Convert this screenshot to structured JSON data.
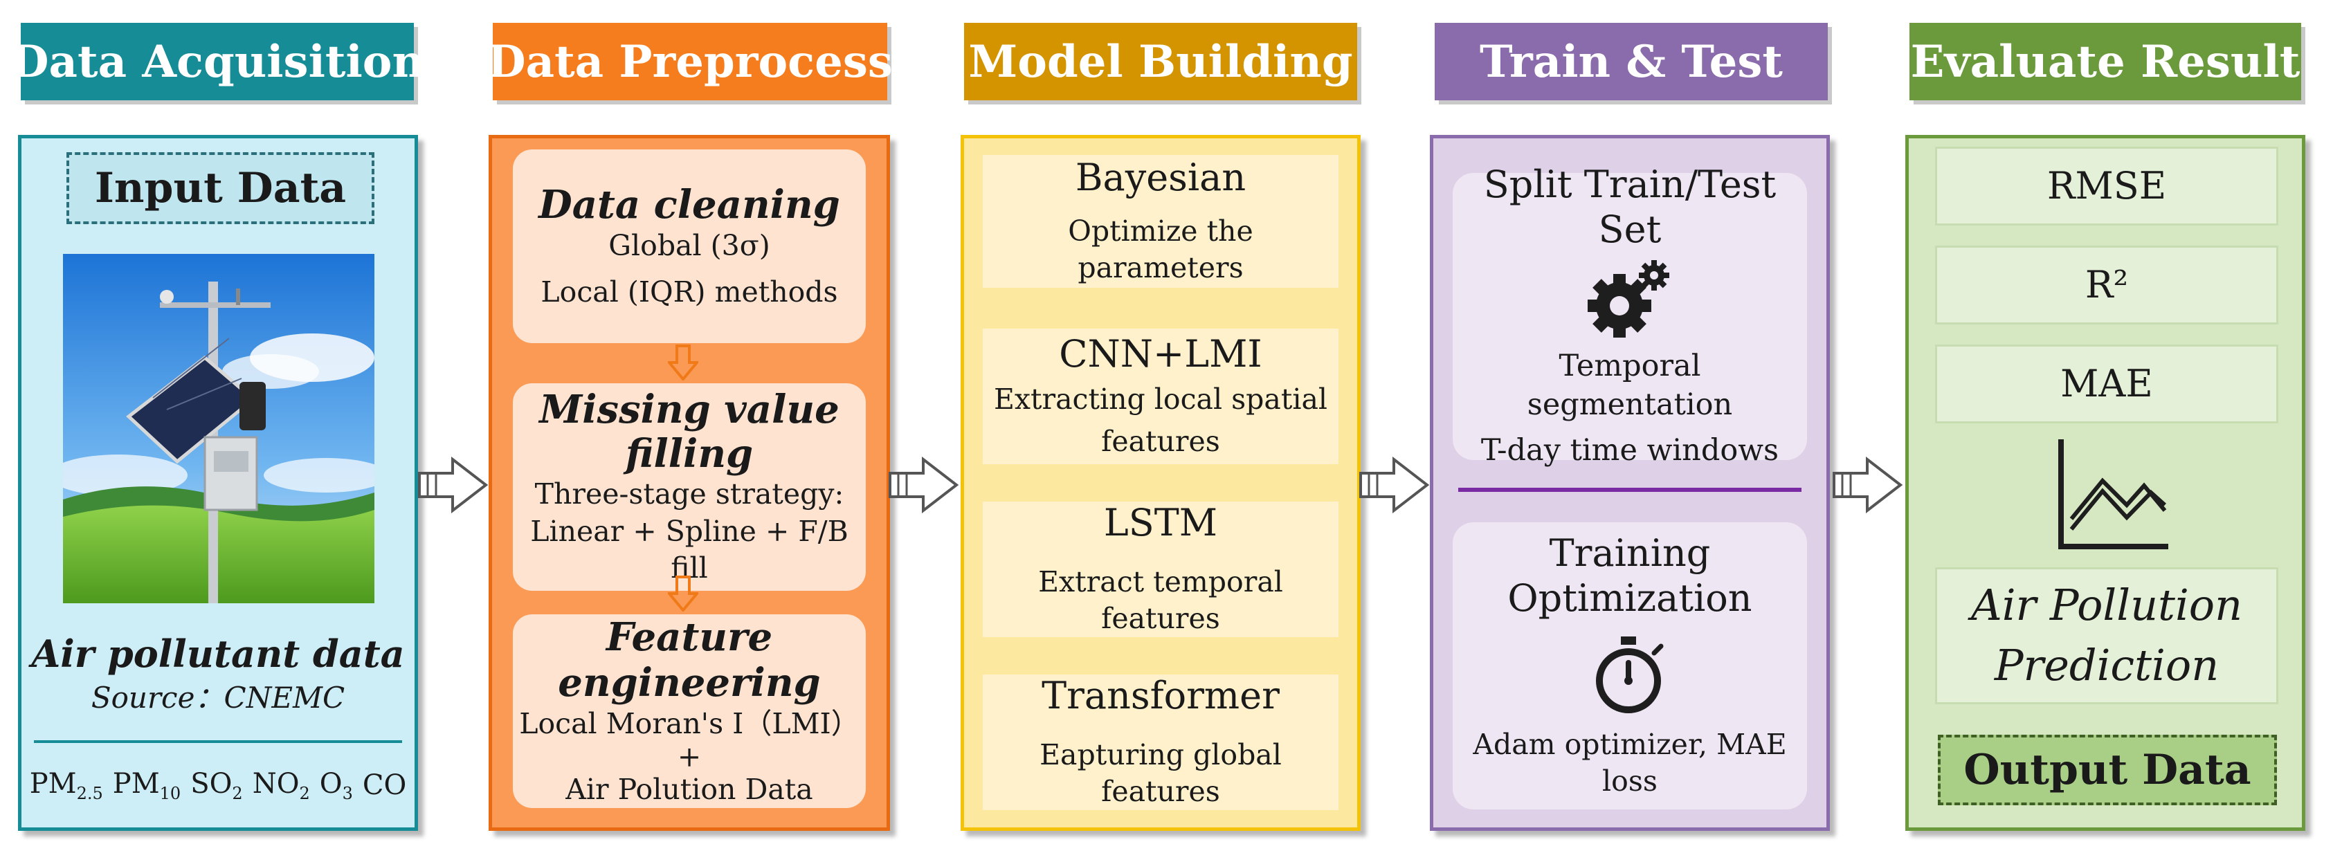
{
  "headers": {
    "acquisition": "Data Acquisition",
    "preprocess": "Data Preprocess",
    "model": "Model Building",
    "train": "Train & Test",
    "evaluate": "Evaluate Result"
  },
  "colors": {
    "acquisition": "#168d96",
    "preprocess": "#f57d1e",
    "model": "#d39400",
    "train": "#8a6bab",
    "evaluate": "#6b9a3c"
  },
  "acquisition": {
    "input_label": "Input Data",
    "image_subject": "air-quality-monitoring-station",
    "data_title": "Air pollutant data",
    "source": "Source：CNEMC",
    "pollutants": [
      {
        "base": "PM",
        "sub": "2.5"
      },
      {
        "base": "PM",
        "sub": "10"
      },
      {
        "base": "SO",
        "sub": "2"
      },
      {
        "base": "NO",
        "sub": "2"
      },
      {
        "base": "O",
        "sub": "3"
      },
      {
        "base": "CO",
        "sub": ""
      }
    ]
  },
  "preprocess": {
    "cleaning": {
      "title": "Data cleaning",
      "line1": "Global (3σ)",
      "line2": "Local (IQR) methods"
    },
    "missing": {
      "title1": "Missing value",
      "title2": "filling",
      "line1": "Three-stage strategy:",
      "line2": "Linear + Spline + F/B fill"
    },
    "feature": {
      "title": "Feature engineering",
      "line1": "Local Moran's I（LMI）",
      "line2": "+",
      "line3": "Air Polution Data"
    }
  },
  "model": {
    "cards": [
      {
        "title": "Bayesian",
        "desc1": "Optimize the parameters",
        "desc2": ""
      },
      {
        "title": "CNN+LMI",
        "desc1": "Extracting local spatial",
        "desc2": "features"
      },
      {
        "title": "LSTM",
        "desc1": "Extract temporal features",
        "desc2": ""
      },
      {
        "title": "Transformer",
        "desc1": "Eapturing global features",
        "desc2": ""
      }
    ]
  },
  "train": {
    "split": {
      "title": "Split Train/Test Set",
      "line1": "Temporal segmentation",
      "line2": "T-day time windows",
      "icon": "gears-icon"
    },
    "optim": {
      "title1": "Training",
      "title2": "Optimization",
      "line1": "Adam optimizer, MAE loss",
      "icon": "stopwatch-icon"
    }
  },
  "evaluate": {
    "metrics": [
      "RMSE",
      "R²",
      "MAE"
    ],
    "chart_icon": "line-chart-icon",
    "prediction1": "Air Pollution",
    "prediction2": "Prediction",
    "output_label": "Output Data"
  }
}
